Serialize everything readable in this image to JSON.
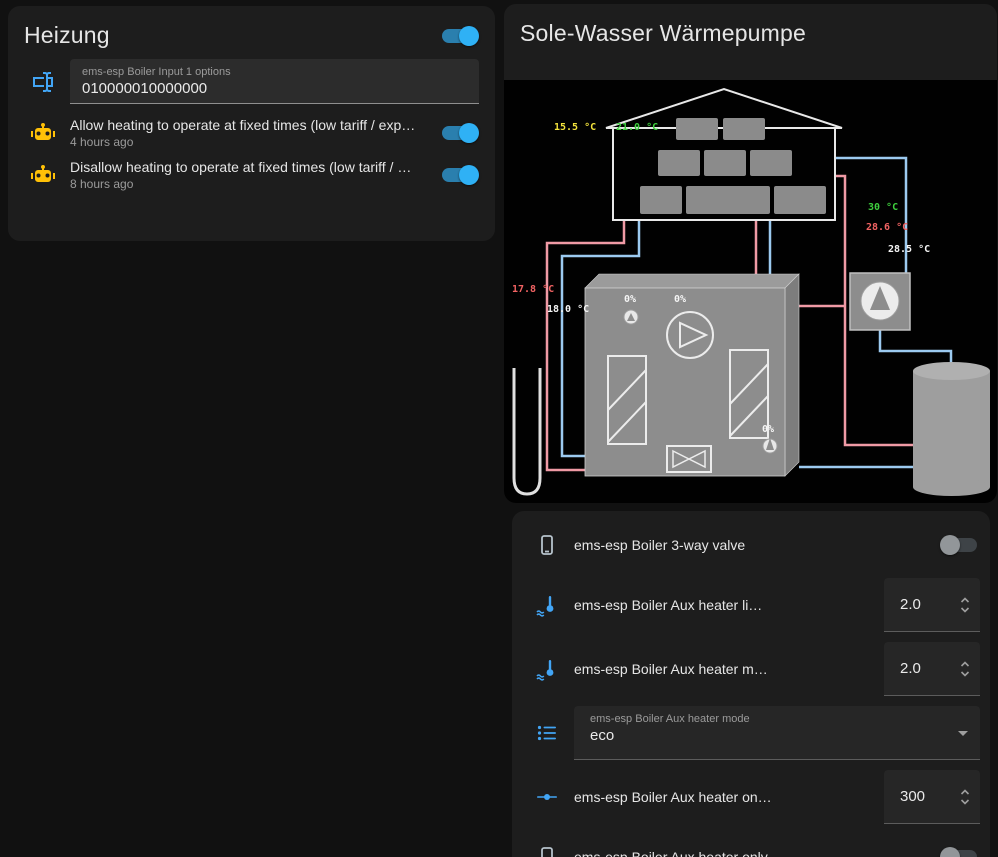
{
  "colors": {
    "accent": "#2fb1f5",
    "accent_track": "#2a7fae",
    "switch_off_thumb": "#929699",
    "switch_off_track": "#3e4347",
    "amber": "#ffc107",
    "icon_blue": "#42a5f5",
    "icon_gray": "#b6c2cb",
    "pipe_warm": "#f09aa5",
    "pipe_cold": "#9ccaf0",
    "temp_yellow": "#f2e23c",
    "temp_green": "#3ecf3e",
    "temp_red": "#f26363",
    "temp_white": "#f5f5f5"
  },
  "heizung": {
    "title": "Heizung",
    "master_toggle": "on",
    "input_label": "ems-esp Boiler Input 1 options",
    "input_value": "010000010000000",
    "automations": [
      {
        "name": "Allow heating to operate at fixed times (low tariff / exp…",
        "last": "4 hours ago",
        "state": "on"
      },
      {
        "name": "Disallow heating to operate at fixed times (low tariff / …",
        "last": "8 hours ago",
        "state": "on"
      }
    ]
  },
  "waermepumpe": {
    "title": "Sole-Wasser Wärmepumpe"
  },
  "diagram": {
    "temp_outside": "15.5 °C",
    "temp_inside": "21.0 °C",
    "temp_flow": "30 °C",
    "temp_return": "28.6 °C",
    "temp_tank": "28.5 °C",
    "temp_brine_in": "17.8 °C",
    "temp_brine_out": "18.0 °C",
    "pump1_pct": "0%",
    "pump2_pct": "0%",
    "pump3_pct": "0%"
  },
  "controls": {
    "rows": [
      {
        "label": "ems-esp Boiler 3-way valve",
        "type": "toggle",
        "state": "off"
      },
      {
        "label": "ems-esp Boiler Aux heater li…",
        "type": "number",
        "value": "2.0"
      },
      {
        "label": "ems-esp Boiler Aux heater m…",
        "type": "number",
        "value": "2.0"
      },
      {
        "label": "ems-esp Boiler Aux heater mode",
        "type": "select",
        "value": "eco"
      },
      {
        "label": "ems-esp Boiler Aux heater on…",
        "type": "number",
        "value": "300"
      },
      {
        "label": "ems-esp Boiler Aux heater only",
        "type": "toggle",
        "state": "off"
      }
    ]
  }
}
